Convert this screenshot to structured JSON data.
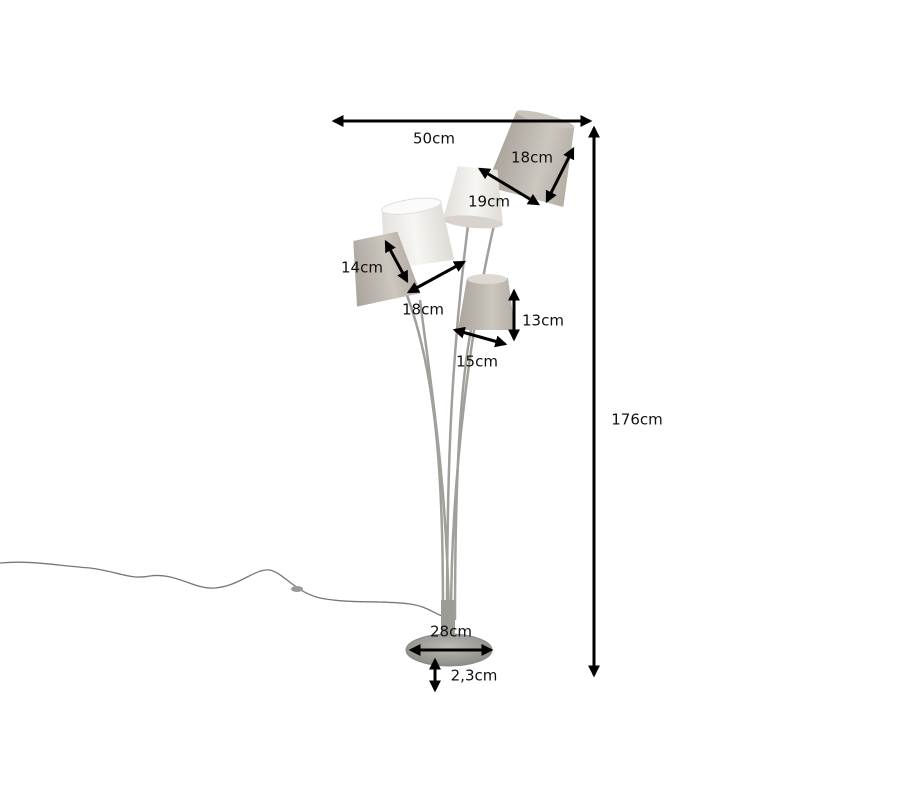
{
  "title": "Floor lamp dimensions",
  "dimensions": {
    "total_width": "50cm",
    "total_height": "176cm",
    "shade_top_right_height": "18cm",
    "shade_top_right_width": "19cm",
    "shade_left_height": "14cm",
    "shade_left_width": "18cm",
    "shade_bottom_height": "13cm",
    "shade_bottom_width": "15cm",
    "base_diameter": "28cm",
    "base_height": "2,3cm"
  },
  "colors": {
    "shade": "#b9b3aa",
    "shade_light": "#eeece8",
    "metal": "#9a9893",
    "arrow": "#000000"
  }
}
